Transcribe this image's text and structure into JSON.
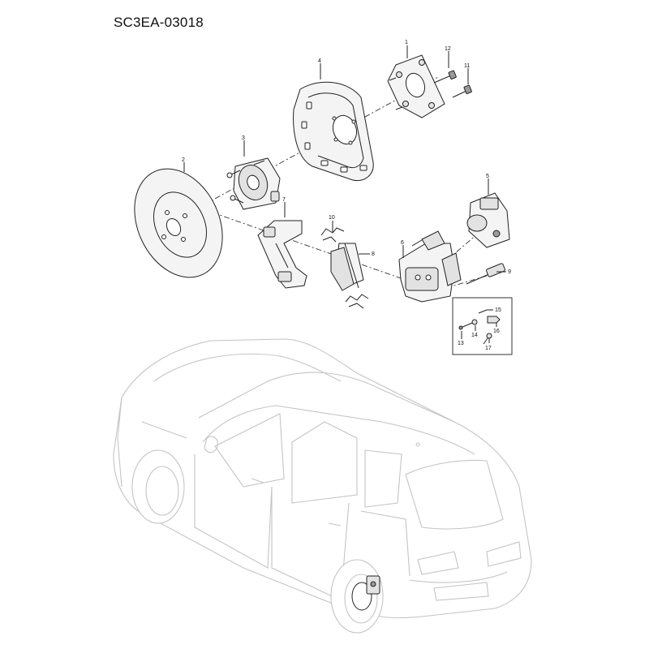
{
  "title": "SC3EA-03018",
  "callouts": [
    "1",
    "2",
    "3",
    "4",
    "5",
    "6",
    "7",
    "8",
    "9",
    "10",
    "11",
    "12",
    "13",
    "14",
    "15",
    "16",
    "17"
  ]
}
